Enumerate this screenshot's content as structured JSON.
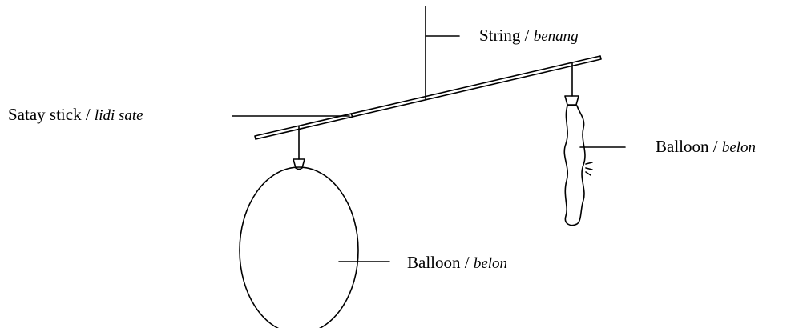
{
  "labels": {
    "string": {
      "en": "String",
      "sep": " / ",
      "ms": "benang"
    },
    "satay_stick": {
      "en": "Satay stick",
      "sep": " / ",
      "ms": "lidi sate"
    },
    "balloon_deflated": {
      "en": "Balloon",
      "sep": " / ",
      "ms": "belon"
    },
    "balloon_inflated": {
      "en": "Balloon",
      "sep": " / ",
      "ms": "belon"
    }
  },
  "colors": {
    "stroke": "#000000",
    "background": "#ffffff"
  }
}
